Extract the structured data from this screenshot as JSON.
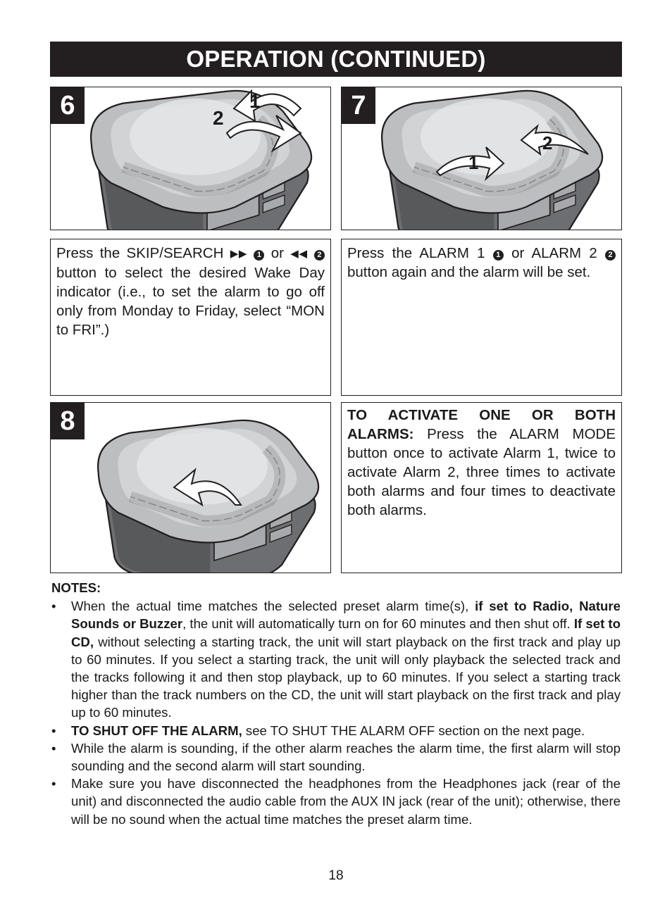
{
  "header": {
    "title": "OPERATION (CONTINUED)"
  },
  "steps": [
    {
      "number": "6",
      "callouts": [
        "1",
        "2"
      ]
    },
    {
      "number": "7",
      "callouts": [
        "1",
        "2"
      ]
    },
    {
      "number": "8"
    }
  ],
  "step6_text": {
    "a": "Press the SKIP/SEARCH",
    "circle1": "1",
    "or": "or",
    "circle2": "2",
    "b": "button to select the desired Wake Day indicator (i.e., to set the alarm to go off only from Monday to Friday, select “MON to FRI”.)"
  },
  "step7_text": {
    "a": "Press the ALARM 1",
    "circle1": "1",
    "or": "or ALARM 2",
    "circle2": "2",
    "b": "button again and the alarm will be set."
  },
  "activate": {
    "bold": "TO ACTIVATE ONE OR BOTH ALARMS:",
    "text": "Press the ALARM MODE button once to activate Alarm 1, twice to activate Alarm 2, three times to activate both alarms and four times to deactivate both alarms."
  },
  "notes": {
    "heading": "NOTES:",
    "bullet": "•",
    "items": [
      {
        "t1": "When the actual time matches the selected preset alarm time(s),",
        "b1": "if set to Radio, Nature Sounds or Buzzer",
        "t2": ", the unit will automatically turn on for 60 minutes and then shut  off.",
        "b2": "If set to CD,",
        "t3": "without selecting a starting track, the unit will start playback on the first track and play up to 60 minutes. If you select a starting track, the unit will only playback the selected track and the tracks following it and then stop playback, up to 60 minutes. If you select a starting track higher than the track numbers on the CD, the unit will start playback on the first track and play up to 60 minutes."
      },
      {
        "b1": "TO SHUT OFF THE ALARM,",
        "t1": "see TO SHUT THE ALARM OFF section on the next page."
      },
      {
        "t1": "While the alarm is sounding, if the other alarm reaches the alarm time, the first alarm will stop sounding and the second alarm will start sounding."
      },
      {
        "t1": "Make sure you have disconnected the headphones from the Headphones jack (rear of the unit) and disconnected the audio cable from the AUX IN jack (rear of the unit); otherwise, there will be no sound when the actual time matches the preset alarm time."
      }
    ]
  },
  "page_number": "18"
}
